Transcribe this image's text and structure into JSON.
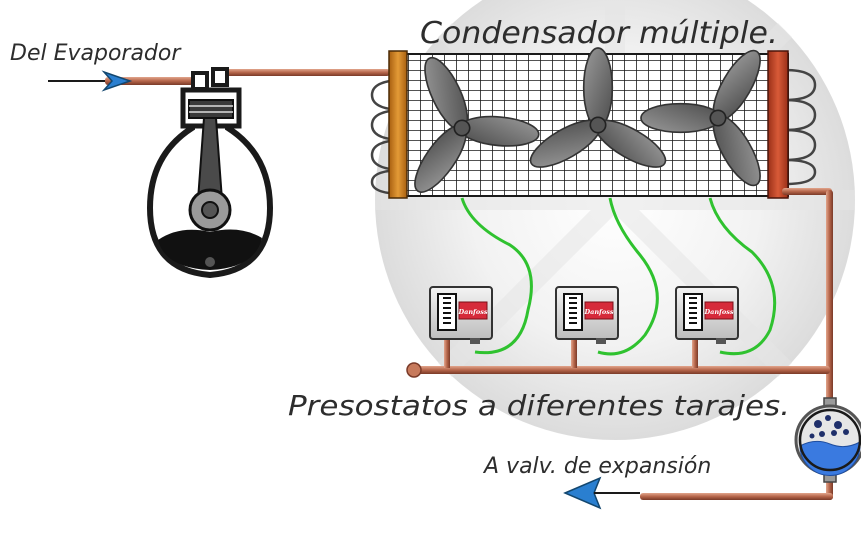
{
  "labels": {
    "evaporator_in": "Del Evaporador",
    "condenser_title": "Condensador múltiple.",
    "pressostats_caption": "Presostatos a diferentes tarajes.",
    "expansion_out": "A valv. de expansión"
  },
  "pressostat_brand": "Danfoss",
  "colors": {
    "pipe": "#b5654a",
    "pipe_dark": "#7a3a28",
    "arrow": "#2a7fd0",
    "condenser_left": "#d2861e",
    "condenser_right": "#c54a2a",
    "capillary": "#2fc22f",
    "fan": "#6e6e6e",
    "pressostat_panel": "#d62a3a",
    "receiver_liquid": "#3a7ae0",
    "oil": "#111111"
  }
}
